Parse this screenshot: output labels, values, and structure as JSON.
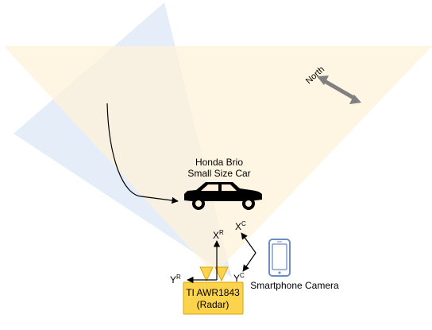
{
  "car": {
    "line1": "Honda Brio",
    "line2": "Small Size Car"
  },
  "radar": {
    "line1": "TI AWR1843",
    "line2": "(Radar)"
  },
  "camera": {
    "label": "Smartphone Camera"
  },
  "axes": {
    "radar_x": {
      "base": "X",
      "sup": "R"
    },
    "radar_y": {
      "base": "Y",
      "sup": "R"
    },
    "camera_x": {
      "base": "X",
      "sup": "C"
    },
    "camera_y": {
      "base": "Y",
      "sup": "C"
    }
  },
  "compass": {
    "label": "North"
  },
  "colors": {
    "radar_fov": "#fdf2d9",
    "camera_fov": "#dce8f6",
    "radar_box": "#fcd34d",
    "radar_border": "#d9a400",
    "phone": "#6c8ebf",
    "compass_arrow": "#808080"
  }
}
